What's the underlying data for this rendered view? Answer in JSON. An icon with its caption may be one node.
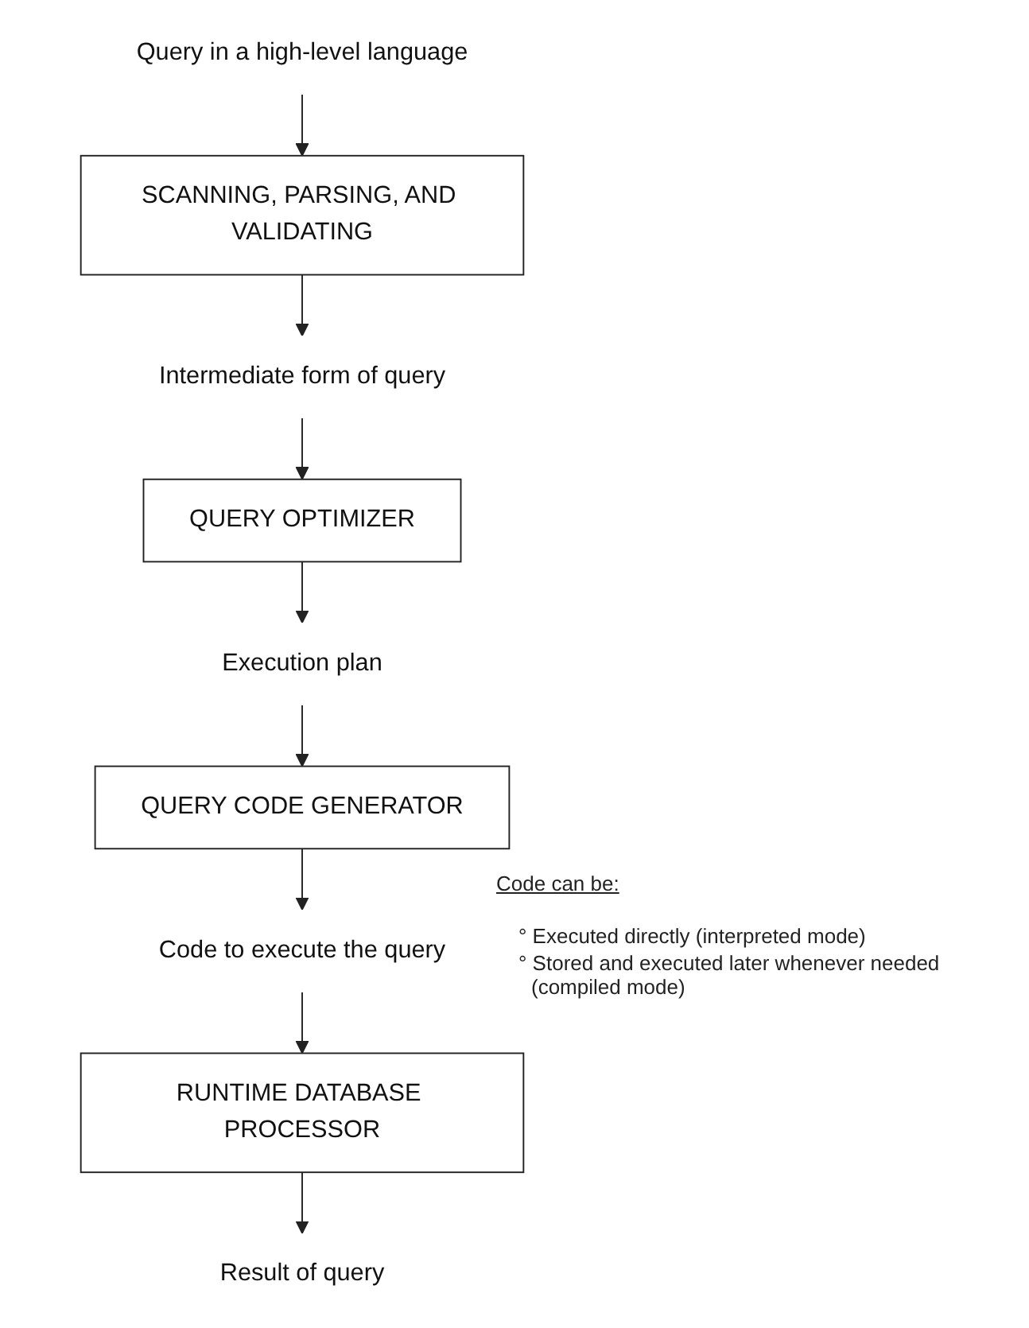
{
  "diagram": {
    "nodes": [
      {
        "text": [
          "Query in a high-level language"
        ]
      },
      {
        "text": [
          "SCANNING, PARSING, AND VALIDATING"
        ]
      },
      {
        "text": [
          "Intermediate form of query"
        ]
      },
      {
        "text": [
          "QUERY OPTIMIZER"
        ]
      },
      {
        "text": [
          "Execution plan"
        ]
      },
      {
        "text": [
          "QUERY CODE GENERATOR"
        ]
      },
      {
        "text": [
          "Code to execute the query"
        ]
      },
      {
        "text": [
          "RUNTIME DATABASE PROCESSOR"
        ]
      },
      {
        "text": [
          "Result of query"
        ]
      }
    ],
    "edges": [
      {
        "from": 0,
        "to": 1,
        "arrow": "to"
      },
      {
        "from": 1,
        "to": 2,
        "arrow": "to"
      },
      {
        "from": 2,
        "to": 3,
        "arrow": "to"
      },
      {
        "from": 3,
        "to": 4,
        "arrow": "to"
      },
      {
        "from": 4,
        "to": 5,
        "arrow": "to"
      },
      {
        "from": 5,
        "to": 6,
        "arrow": "to"
      },
      {
        "from": 6,
        "to": 7,
        "arrow": "to"
      },
      {
        "from": 7,
        "to": 8,
        "arrow": "to"
      }
    ],
    "labels": [
      "Code can be:",
      "° Executed directly (interpreted mode)",
      "° Stored and executed later whenever needed (compiled mode)"
    ]
  }
}
